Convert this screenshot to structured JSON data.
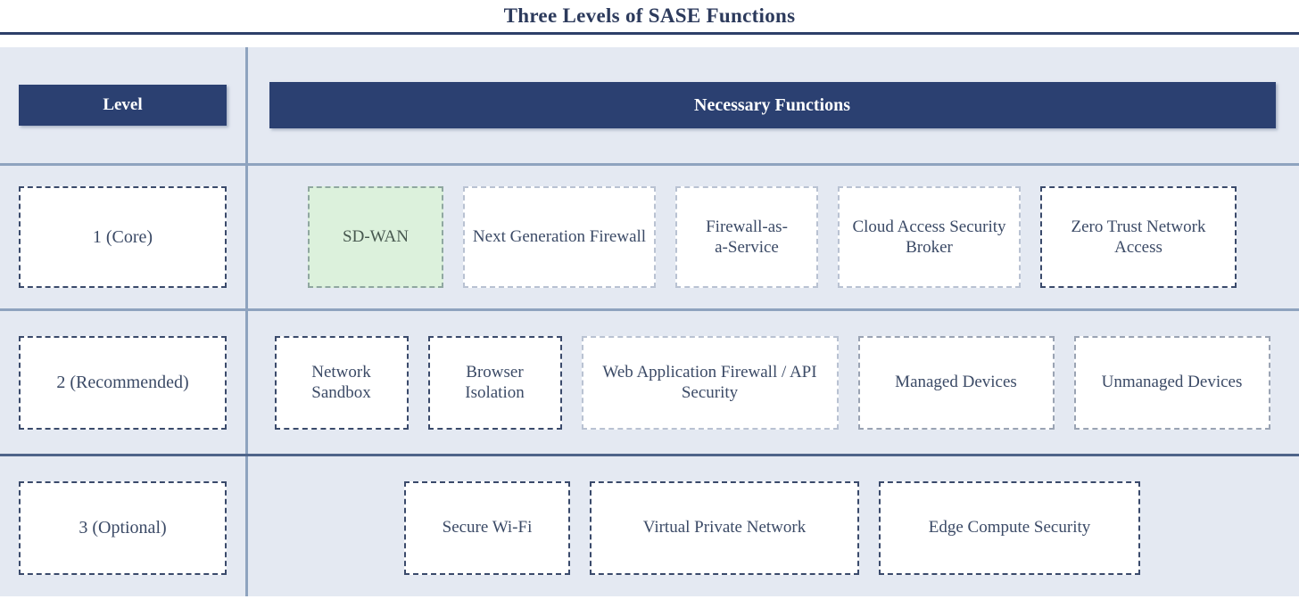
{
  "title": "Three Levels of SASE Functions",
  "colors": {
    "header_bar": "#2b4071",
    "table_background": "#e4e9f2",
    "rule": "#8ea3bf",
    "title_rule": "#2d3f69",
    "text": "#3b4a66",
    "highlight_fill": "#dcf1dc"
  },
  "table": {
    "headers": {
      "level": "Level",
      "functions": "Necessary Functions"
    },
    "rows": [
      {
        "level": "1 (Core)",
        "functions": [
          {
            "label": "SD-WAN",
            "highlighted": true
          },
          {
            "label": "Next Generation Firewall",
            "highlighted": false
          },
          {
            "label": "Firewall-as-\na-Service",
            "highlighted": false
          },
          {
            "label": "Cloud Access Security Broker",
            "highlighted": false
          },
          {
            "label": "Zero Trust Network Access",
            "highlighted": false
          }
        ]
      },
      {
        "level": "2 (Recommended)",
        "functions": [
          {
            "label": "Network Sandbox",
            "highlighted": false
          },
          {
            "label": "Browser Isolation",
            "highlighted": false
          },
          {
            "label": "Web Application Firewall / API Security",
            "highlighted": false
          },
          {
            "label": "Managed Devices",
            "highlighted": false
          },
          {
            "label": "Unmanaged Devices",
            "highlighted": false
          }
        ]
      },
      {
        "level": "3 (Optional)",
        "functions": [
          {
            "label": "Secure Wi-Fi",
            "highlighted": false
          },
          {
            "label": "Virtual Private Network",
            "highlighted": false
          },
          {
            "label": "Edge Compute Security",
            "highlighted": false
          }
        ]
      }
    ]
  }
}
